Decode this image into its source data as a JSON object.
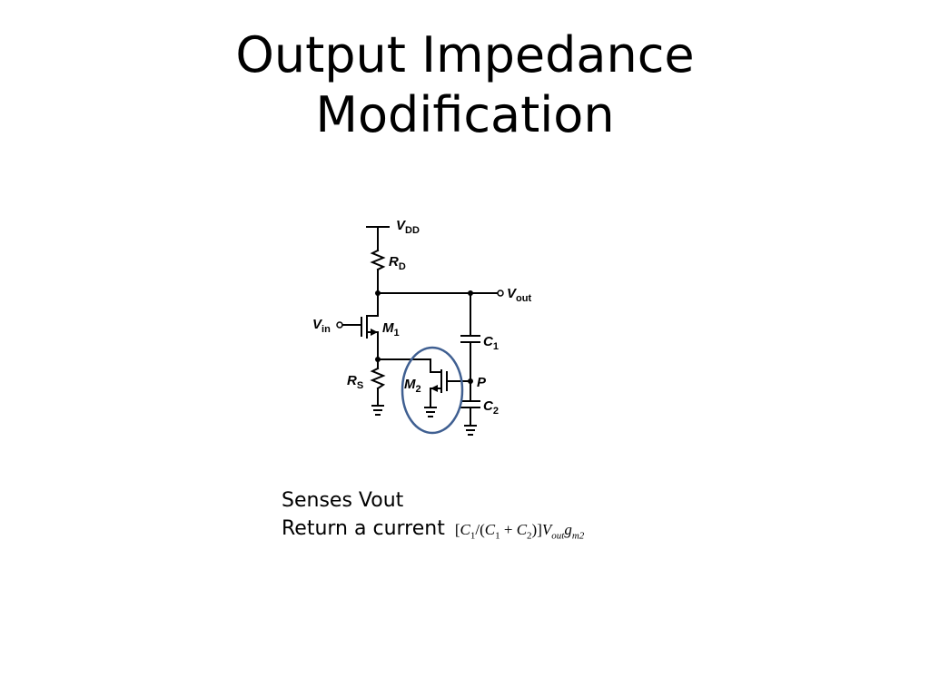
{
  "title": {
    "line1": "Output Impedance",
    "line2": "Modification"
  },
  "schematic": {
    "vdd_label": "V",
    "vdd_sub": "DD",
    "rd_label": "R",
    "rd_sub": "D",
    "vout_label": "V",
    "vout_sub": "out",
    "vin_label": "V",
    "vin_sub": "in",
    "m1_label": "M",
    "m1_sub": "1",
    "c1_label": "C",
    "c1_sub": "1",
    "rs_label": "R",
    "rs_sub": "S",
    "m2_label": "M",
    "m2_sub": "2",
    "p_label": "P",
    "c2_label": "C",
    "c2_sub": "2",
    "highlight_color": "#3f5f91"
  },
  "notes": {
    "line1": "Senses Vout",
    "line2": "Return a current",
    "formula": {
      "c1": "C",
      "c1_sub": "1",
      "open": "[",
      "slash": "/(",
      "c1b": "C",
      "c1b_sub": "1",
      "plus": " + ",
      "c2": "C",
      "c2_sub": "2",
      "close": ")]",
      "v": "V",
      "v_sub": "out",
      "g": "g",
      "g_sub": "m2"
    }
  }
}
